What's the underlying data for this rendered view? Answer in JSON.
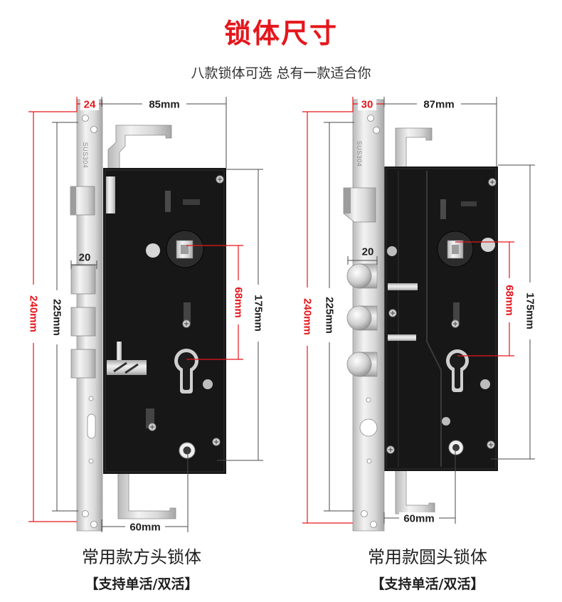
{
  "title": "锁体尺寸",
  "subtitle": "八款锁体可选 总有一款适合你",
  "colors": {
    "accent": "#e5161c",
    "dimension": "#1e1e1e",
    "body": "#171717",
    "steel": "#d9d9d9"
  },
  "locks": [
    {
      "caption": "常用款方头锁体",
      "note": "【支持单活/双活】",
      "stamp": "SUS304",
      "bolt_shape": "square",
      "dims": {
        "faceplate": "24",
        "width": "85mm",
        "total": "240mm",
        "screw_span": "225mm",
        "bolt": "20",
        "cylinder_span": "68mm",
        "body": "175mm",
        "bottom": "60mm"
      }
    },
    {
      "caption": "常用款圆头锁体",
      "note": "【支持单活/双活】",
      "stamp": "SUS304",
      "bolt_shape": "round",
      "dims": {
        "faceplate": "30",
        "width": "87mm",
        "total": "240mm",
        "screw_span": "225mm",
        "bolt": "20",
        "cylinder_span": "68mm",
        "body": "175mm",
        "bottom": "60mm"
      }
    }
  ]
}
